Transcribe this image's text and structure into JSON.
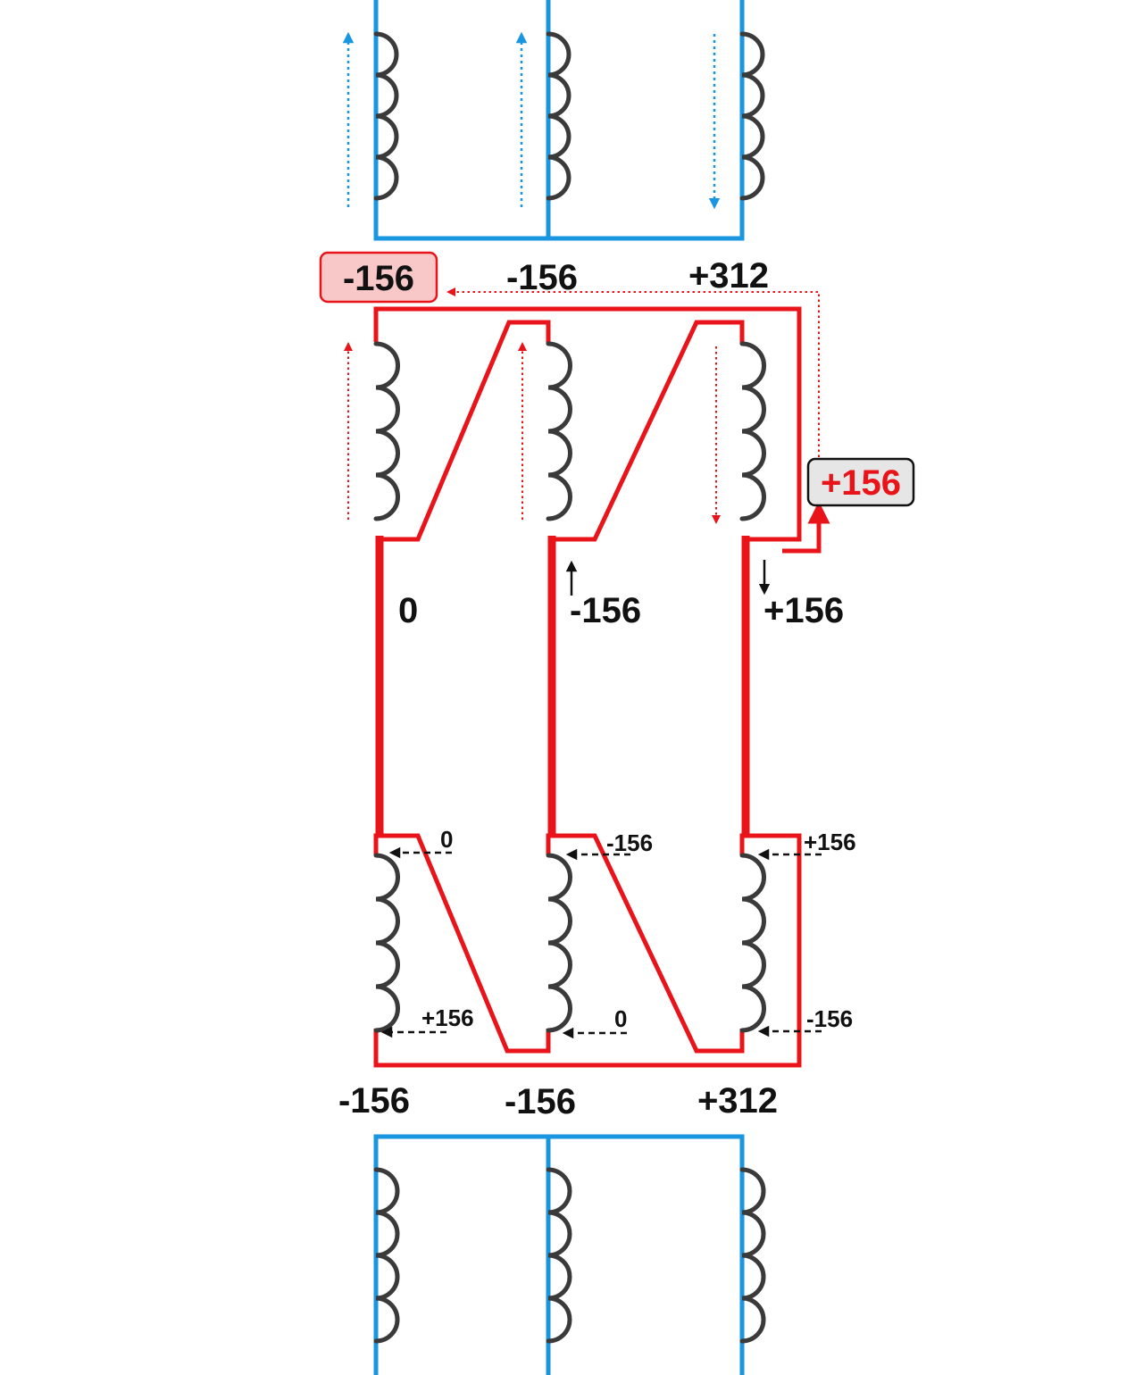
{
  "colors": {
    "winding": "#3a3a3a",
    "wire_blue": "#1a95e0",
    "wire_red": "#e8141a",
    "box_fill_pink": "#f8c8c8",
    "box_fill_grey": "#e6e6e6"
  },
  "labels": {
    "top_row": [
      "-156",
      "-156",
      "+312"
    ],
    "middle_row": [
      "0",
      "-156",
      "+156"
    ],
    "bottom_row": [
      "-156",
      "-156",
      "+312"
    ],
    "box_left": "-156",
    "box_right": "+156",
    "lower_top": [
      "0",
      "-156",
      "+156"
    ],
    "lower_bottom": [
      "+156",
      "0",
      "-156"
    ]
  }
}
